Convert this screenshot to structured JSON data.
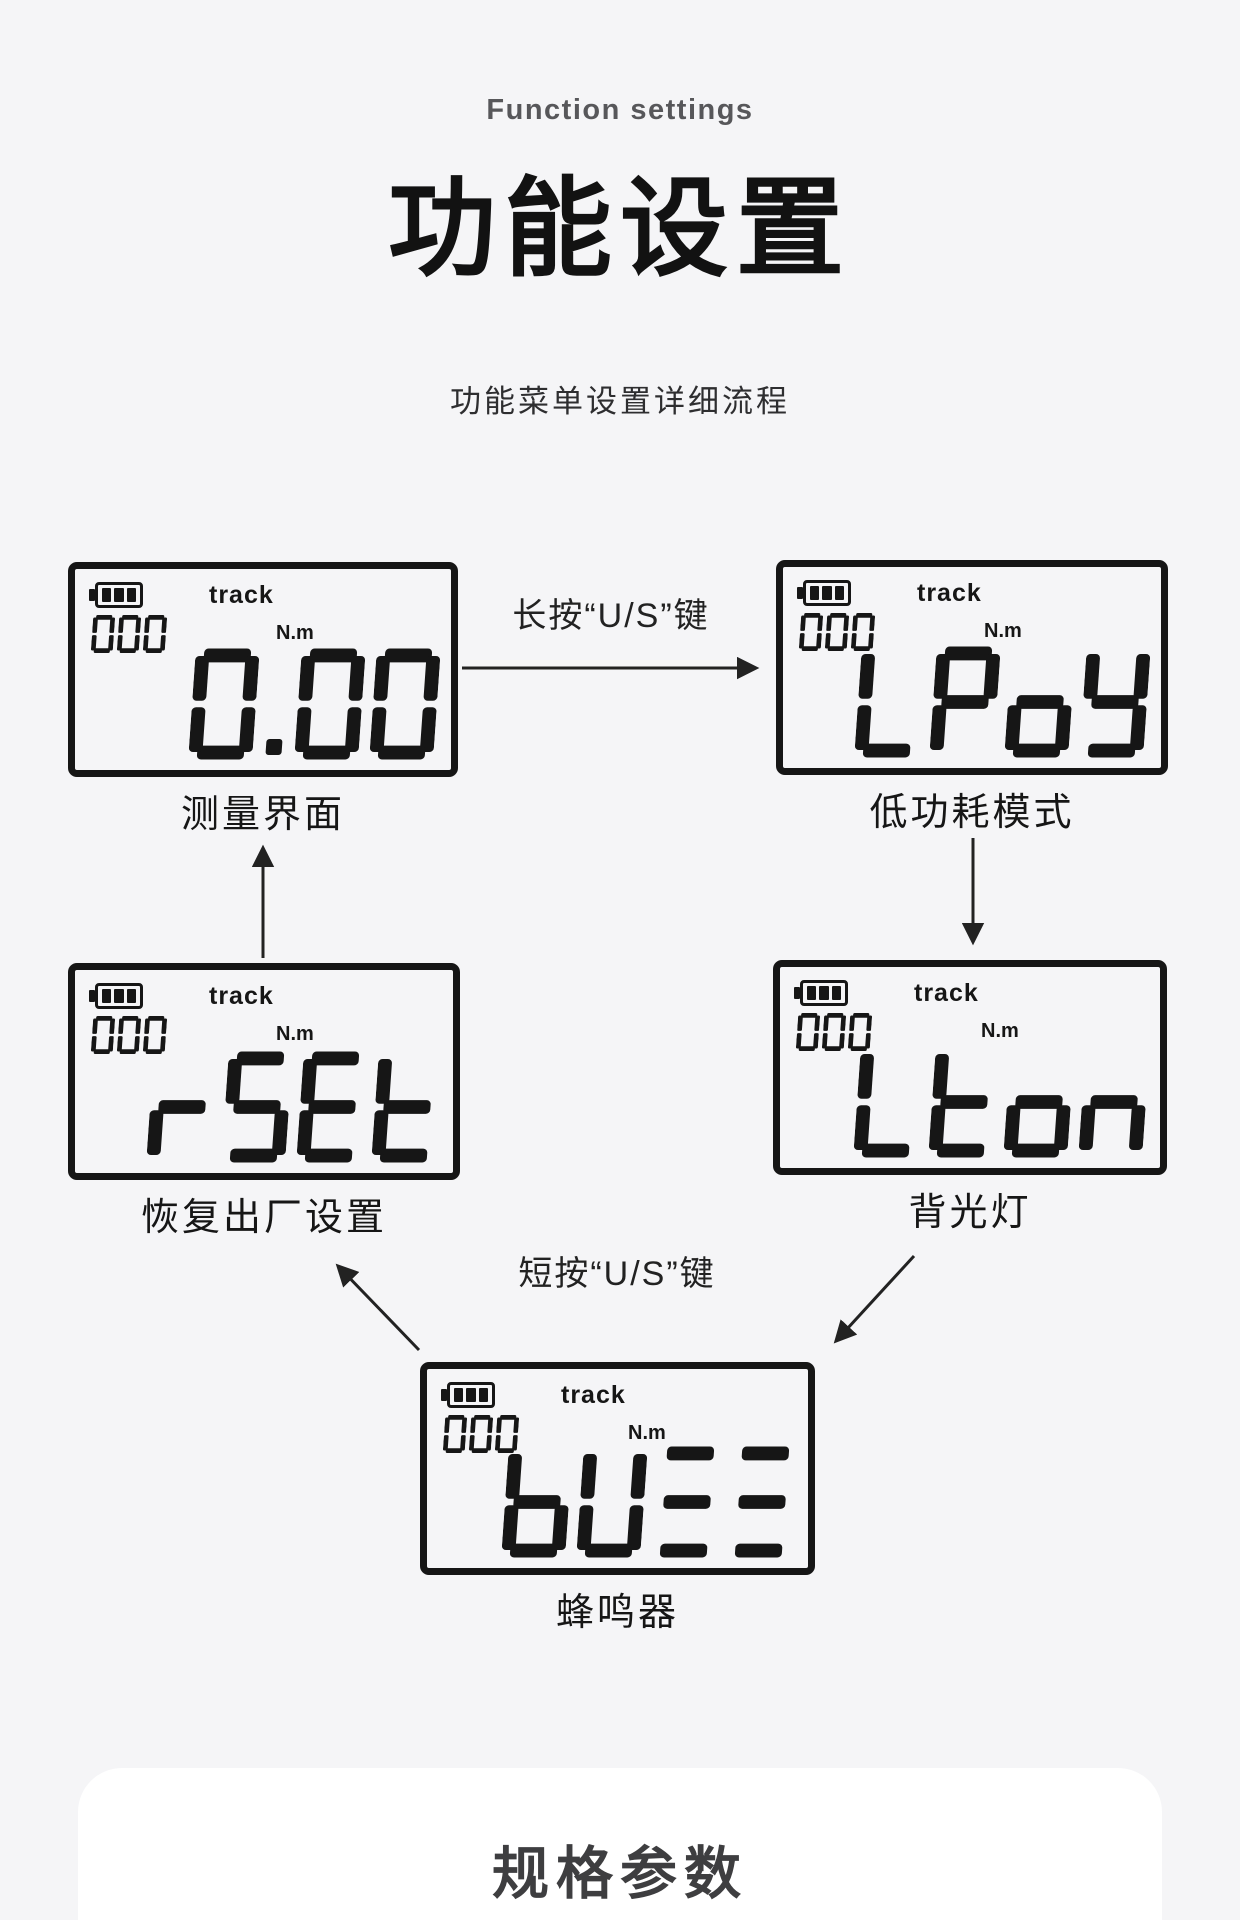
{
  "colors": {
    "page_bg": "#f5f5f7",
    "card_bg": "#ffffff",
    "ink": "#161616",
    "muted": "#57575a",
    "line": "#222222"
  },
  "header": {
    "eyebrow": "Function settings",
    "title": "功能设置",
    "subtitle": "功能菜单设置详细流程"
  },
  "diagram": {
    "lcd_common": {
      "mode": "track",
      "unit": "N.m",
      "counter": "000"
    },
    "panels": [
      {
        "id": "measure",
        "value": "0.00",
        "caption": "测量界面"
      },
      {
        "id": "low-power",
        "value": "LPoY",
        "caption": "低功耗模式"
      },
      {
        "id": "factory-reset",
        "value": "rSEt",
        "caption": "恢复出厂设置"
      },
      {
        "id": "backlight",
        "value": "Lton",
        "caption": "背光灯"
      },
      {
        "id": "buzzer",
        "value": "bUZZ",
        "caption": "蜂鸣器"
      }
    ],
    "arrow_labels": {
      "long_press": "长按“U/S”键",
      "short_press": "短按“U/S”键"
    }
  },
  "footer": {
    "section_title": "规格参数"
  }
}
